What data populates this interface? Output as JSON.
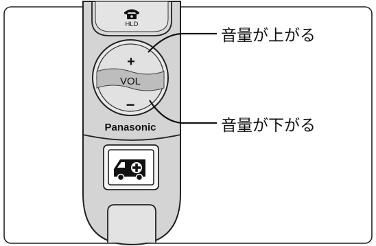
{
  "remote": {
    "hold_label": "HLD",
    "vol_label": "VOL",
    "plus_symbol": "+",
    "minus_symbol": "−",
    "brand": "Panasonic"
  },
  "callouts": {
    "volume_up": "音量が上がる",
    "volume_down": "音量が下がる"
  },
  "icons": {
    "hold": "telephone-icon",
    "emergency": "ambulance-icon"
  }
}
